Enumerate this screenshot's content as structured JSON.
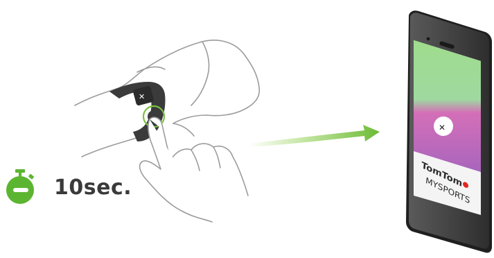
{
  "timer": {
    "label": "10sec.",
    "icon": "stopwatch-icon",
    "color": "#5cb531"
  },
  "phone": {
    "brand_line1": "TomTom",
    "brand_line2": "MYSPORTS",
    "screen_gradient": [
      "#7ed67a",
      "#c86ec6",
      "#b566b8"
    ],
    "brand_dot_color": "#e2261f"
  },
  "arrow": {
    "color": "#79c33f"
  },
  "watch": {
    "highlight_color": "#7ac043"
  }
}
